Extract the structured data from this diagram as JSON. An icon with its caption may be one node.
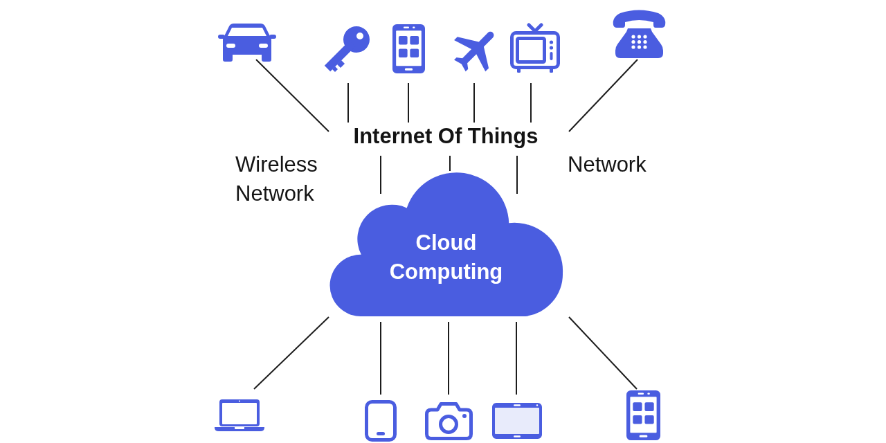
{
  "diagram": {
    "nodes": [
      {
        "text": [],
        "shape": "picture"
      },
      {
        "text": [],
        "shape": "picture"
      },
      {
        "text": [],
        "shape": "picture"
      },
      {
        "text": [],
        "shape": "picture"
      },
      {
        "text": [],
        "shape": "picture"
      },
      {
        "text": [],
        "shape": "picture"
      },
      {
        "text": [
          "Internet Of Things"
        ]
      },
      {
        "text": [
          "Cloud Computing"
        ]
      },
      {
        "text": [],
        "shape": "picture"
      },
      {
        "text": [],
        "shape": "picture"
      },
      {
        "text": [],
        "shape": "picture"
      },
      {
        "text": [],
        "shape": "picture"
      },
      {
        "text": [],
        "shape": "picture"
      }
    ],
    "edges": [
      {
        "from": 0,
        "to": 6,
        "arrow": "none"
      },
      {
        "from": 1,
        "to": 6,
        "arrow": "none"
      },
      {
        "from": 2,
        "to": 6,
        "arrow": "none"
      },
      {
        "from": 3,
        "to": 6,
        "arrow": "none"
      },
      {
        "from": 4,
        "to": 6,
        "arrow": "none"
      },
      {
        "from": 5,
        "to": 6,
        "arrow": "none"
      },
      {
        "from": 6,
        "to": 7,
        "arrow": "none"
      },
      {
        "from": 6,
        "to": 7,
        "arrow": "none"
      },
      {
        "from": 6,
        "to": 7,
        "arrow": "none"
      },
      {
        "from": 7,
        "to": 8,
        "arrow": "none"
      },
      {
        "from": 7,
        "to": 9,
        "arrow": "none"
      },
      {
        "from": 7,
        "to": 10,
        "arrow": "none"
      },
      {
        "from": 7,
        "to": 11,
        "arrow": "none"
      },
      {
        "from": 7,
        "to": 12,
        "arrow": "none"
      }
    ],
    "labels": [
      "Wireless Network",
      "Network"
    ]
  }
}
